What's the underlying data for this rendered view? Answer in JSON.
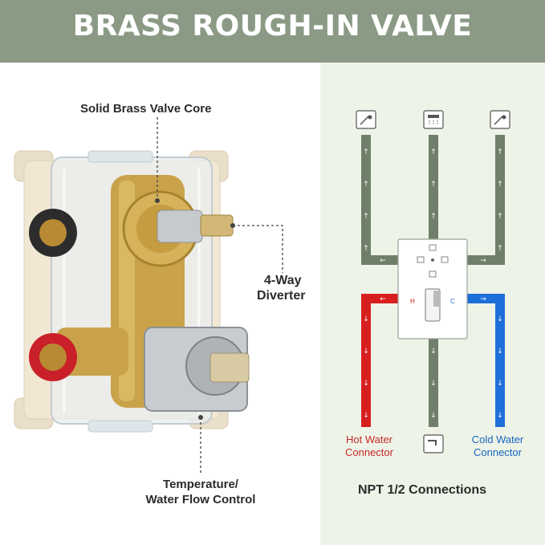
{
  "banner": {
    "title": "BRASS ROUGH-IN VALVE"
  },
  "callouts": {
    "valve_core": "Solid Brass Valve Core",
    "diverter_line1": "4-Way",
    "diverter_line2": "Diverter",
    "temp_line1": "Temperature/",
    "temp_line2": "Water Flow Control"
  },
  "diagram": {
    "hot_line1": "Hot Water",
    "hot_line2": "Connector",
    "cold_line1": "Cold Water",
    "cold_line2": "Connector",
    "connections": "NPT 1/2 Connections",
    "valve_hot_letter": "H",
    "valve_cold_letter": "C",
    "outlet_icons": [
      "handheld-shower-icon",
      "rain-shower-icon",
      "handheld-shower-icon",
      "tub-spout-icon"
    ]
  },
  "colors": {
    "banner": "#8b9a85",
    "pipe_gray": "#6f7f69",
    "hot": "#d81f1f",
    "cold": "#1e6fd9",
    "panel": "#eef3e8"
  }
}
